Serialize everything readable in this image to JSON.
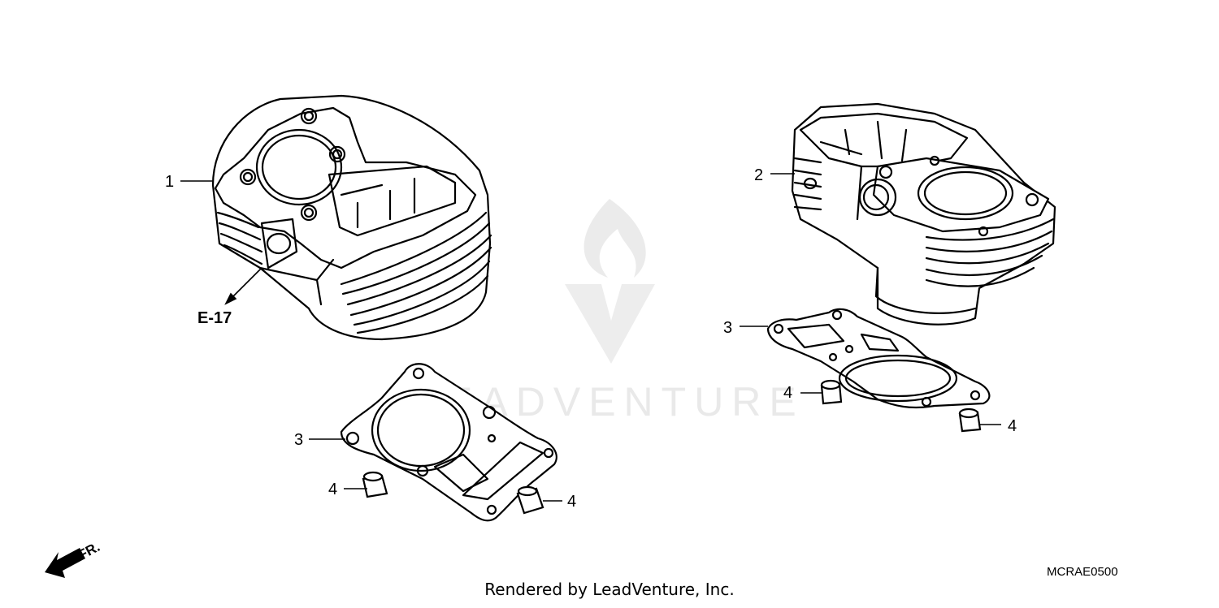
{
  "callouts": {
    "part_1": "1",
    "part_2": "2",
    "part_3_left": "3",
    "part_3_right": "3",
    "part_4_left_a": "4",
    "part_4_left_b": "4",
    "part_4_right_a": "4",
    "part_4_right_b": "4"
  },
  "reference": {
    "label": "E-17"
  },
  "front_indicator": {
    "label": "FR."
  },
  "diagram_code": "MCRAE0500",
  "watermark": {
    "text": "LEADVENTURE"
  },
  "footer": {
    "text": "Rendered by LeadVenture, Inc."
  }
}
